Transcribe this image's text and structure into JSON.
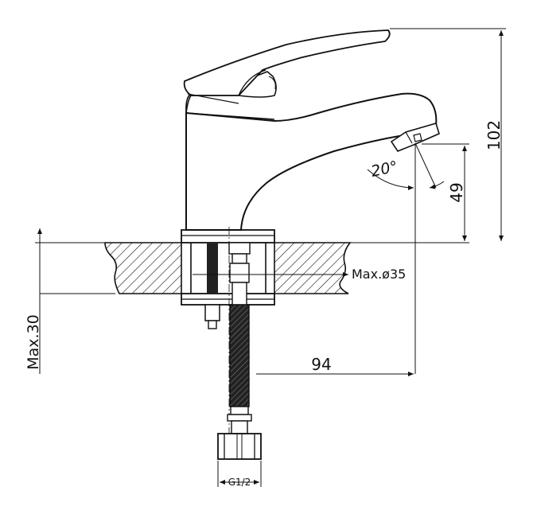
{
  "dimensions": {
    "height_total": "102",
    "spout_height": "49",
    "spout_angle": "20°",
    "hole_diameter": "Max.ø35",
    "max_thickness": "Max.30",
    "spout_reach": "94",
    "thread": "G1/2"
  },
  "colors": {
    "ink": "#111111",
    "paper": "#ffffff"
  }
}
